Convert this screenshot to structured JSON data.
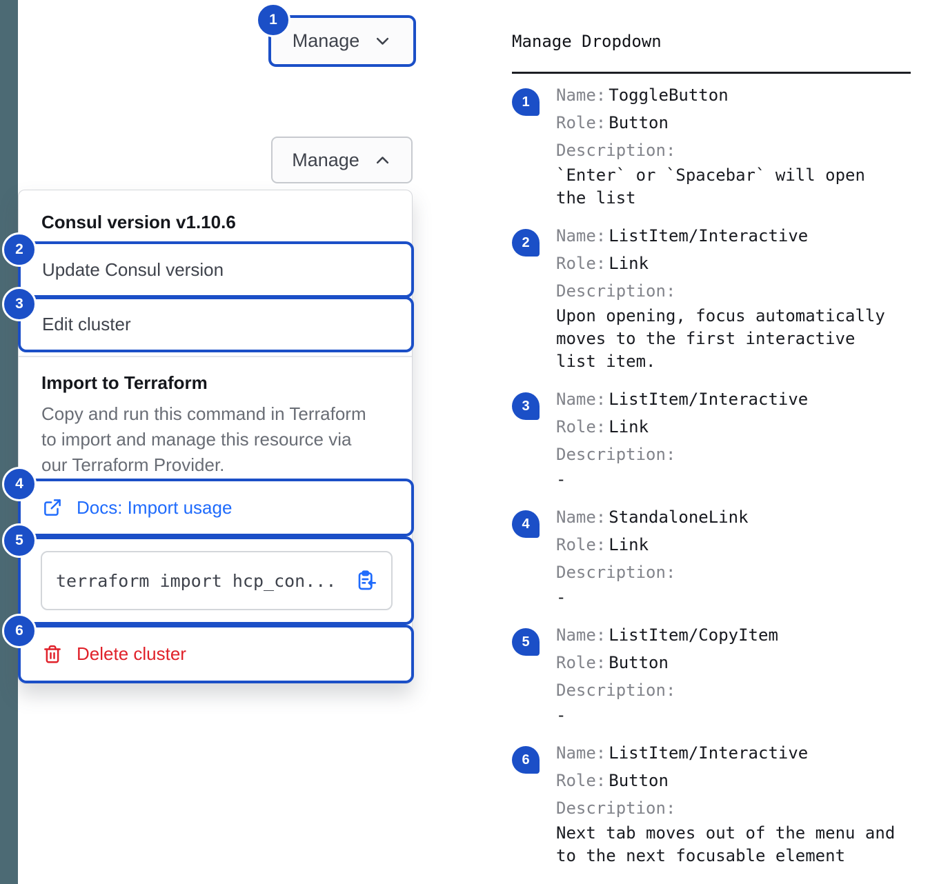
{
  "colors": {
    "annotation_blue": "#1b4fc7",
    "link_blue": "#1f6bfc",
    "danger_red": "#e0212a",
    "rail_slate": "#4c6a74"
  },
  "annotation_badges": [
    "1",
    "2",
    "3",
    "4",
    "5",
    "6"
  ],
  "manage_menu": {
    "toggle_closed_label": "Manage",
    "toggle_open_label": "Manage",
    "version_header": "Consul version v1.10.6",
    "update_item_label": "Update Consul version",
    "edit_item_label": "Edit cluster",
    "import_header": "Import to Terraform",
    "import_description": "Copy and run this command in Terraform to import and manage this resource via our Terraform Provider.",
    "docs_link_label": "Docs: Import usage",
    "code_snippet": "terraform import hcp_con...",
    "delete_label": "Delete cluster"
  },
  "annotations_panel": {
    "title": "Manage Dropdown",
    "name_label": "Name:",
    "role_label": "Role:",
    "description_label": "Description:",
    "items": [
      {
        "name": "ToggleButton",
        "role": "Button",
        "description": "`Enter` or `Spacebar` will open the list"
      },
      {
        "name": "ListItem/Interactive",
        "role": "Link",
        "description": "Upon opening, focus automatically moves to the first interactive list item."
      },
      {
        "name": "ListItem/Interactive",
        "role": "Link",
        "description": "-"
      },
      {
        "name": "StandaloneLink",
        "role": "Link",
        "description": "-"
      },
      {
        "name": "ListItem/CopyItem",
        "role": "Button",
        "description": "-"
      },
      {
        "name": "ListItem/Interactive",
        "role": "Button",
        "description": "Next tab moves out of the menu and to the next focusable element"
      }
    ]
  }
}
